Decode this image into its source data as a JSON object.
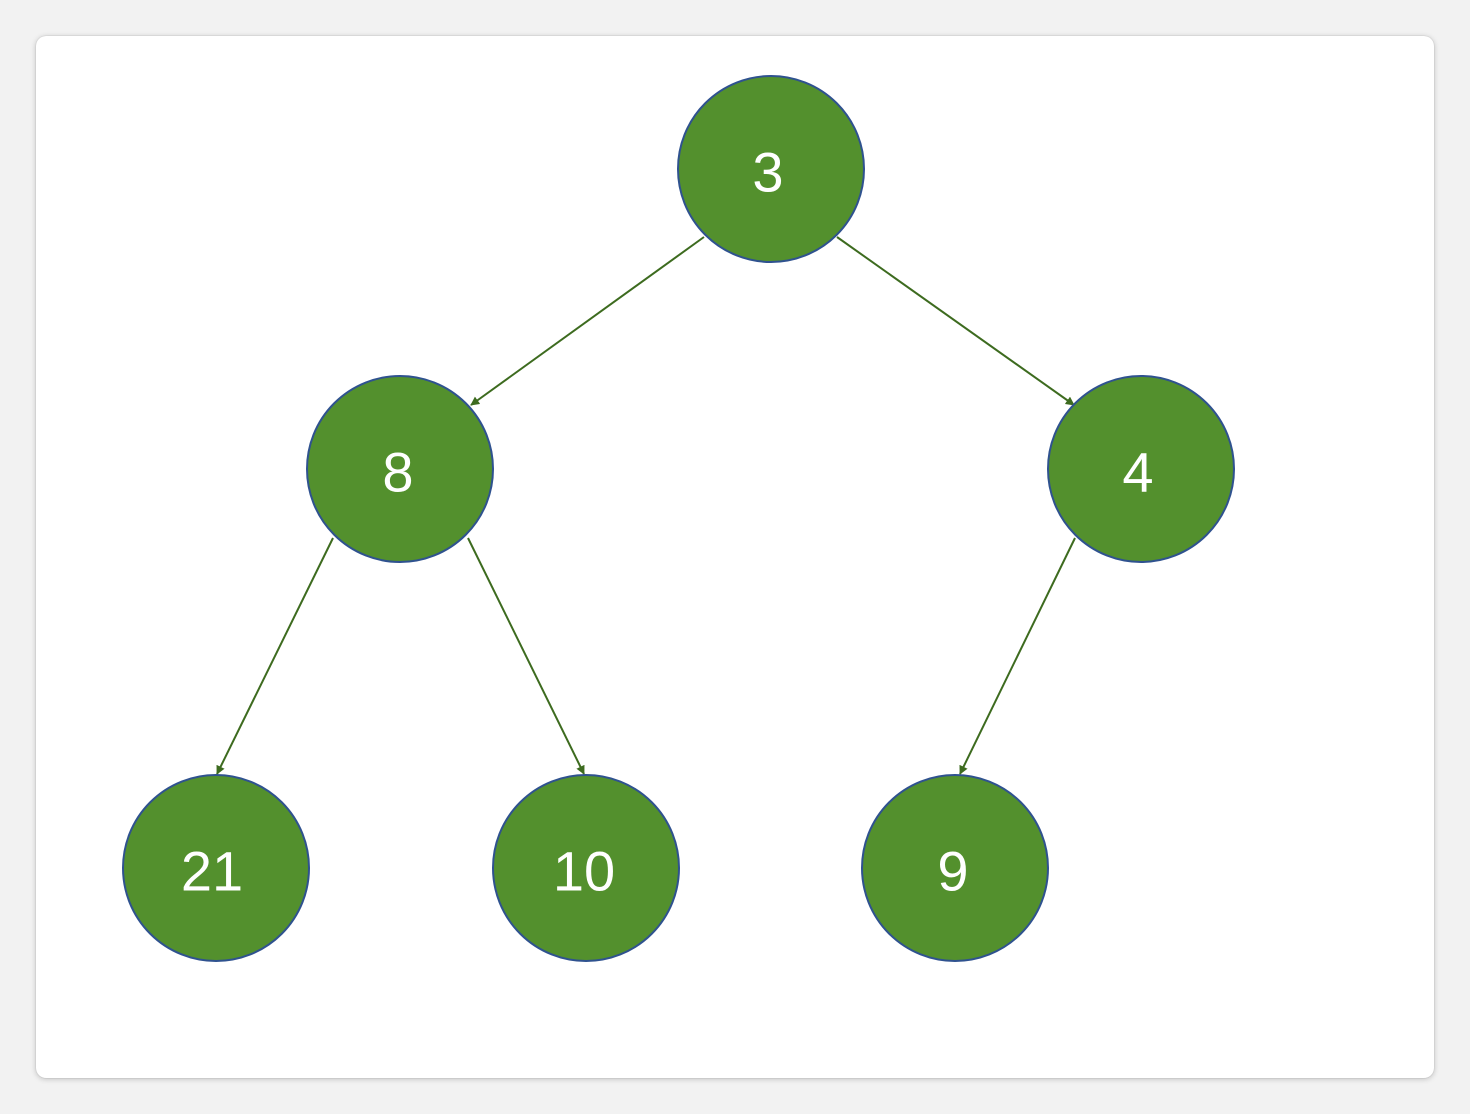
{
  "diagram": {
    "type": "binary-tree",
    "colors": {
      "background": "#ffffff",
      "node_fill": "#53902d",
      "node_stroke": "#2f528f",
      "edge": "#3d6b1f",
      "label": "#ffffff"
    },
    "nodes": [
      {
        "id": "n3",
        "label": "3"
      },
      {
        "id": "n8",
        "label": "8"
      },
      {
        "id": "n4",
        "label": "4"
      },
      {
        "id": "n21",
        "label": "21"
      },
      {
        "id": "n10",
        "label": "10"
      },
      {
        "id": "n9",
        "label": "9"
      }
    ],
    "edges": [
      {
        "from": "n3",
        "to": "n8"
      },
      {
        "from": "n3",
        "to": "n4"
      },
      {
        "from": "n8",
        "to": "n21"
      },
      {
        "from": "n8",
        "to": "n10"
      },
      {
        "from": "n4",
        "to": "n9"
      }
    ]
  }
}
